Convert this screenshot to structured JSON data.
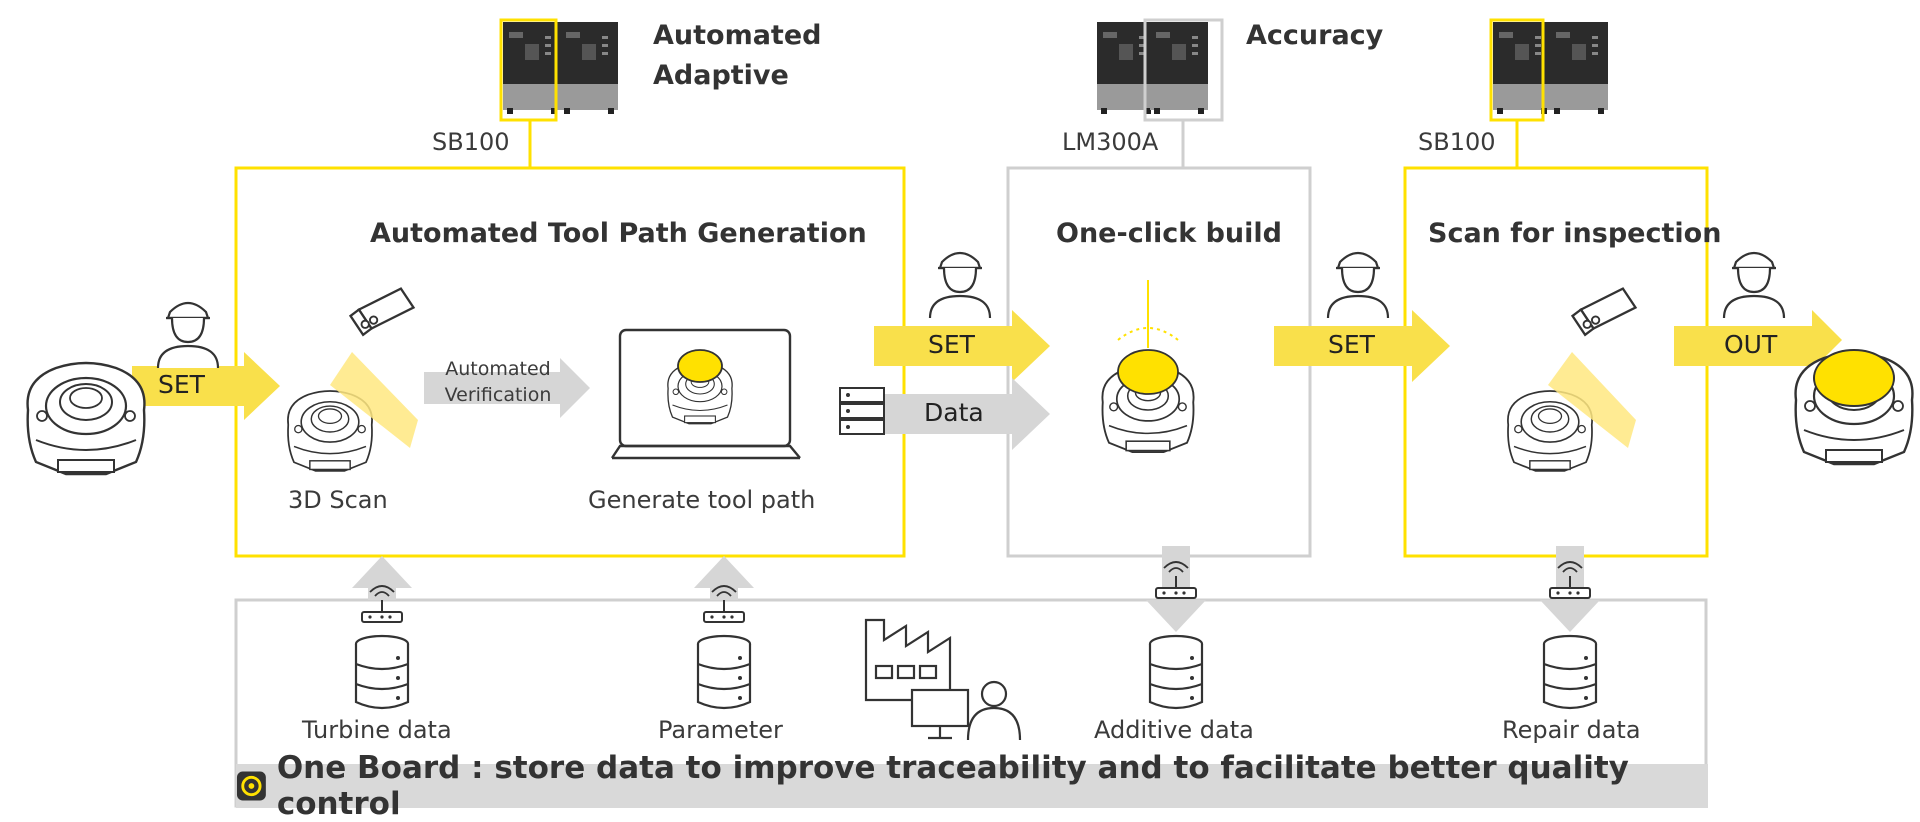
{
  "machines": {
    "sb100_left": "SB100",
    "lm300a": "LM300A",
    "sb100_right": "SB100"
  },
  "tags": {
    "automated": "Automated",
    "adaptive": "Adaptive",
    "accuracy": "Accuracy"
  },
  "stages": {
    "toolpath": "Automated Tool Path Generation",
    "build": "One-click build",
    "inspect": "Scan for inspection"
  },
  "steps": {
    "scan": "3D Scan",
    "verify_1": "Automated",
    "verify_2": "Verification",
    "generate": "Generate tool path"
  },
  "arrows": {
    "set1": "SET",
    "set2": "SET",
    "set3": "SET",
    "out": "OUT",
    "data": "Data"
  },
  "board": {
    "turbine": "Turbine data",
    "parameter": "Parameter",
    "additive": "Additive data",
    "repair": "Repair data",
    "footer": "One Board : store data to improve traceability and to facilitate better quality control"
  },
  "colors": {
    "yellow": "#FFE100",
    "arrow_yellow": "#F9E04B",
    "gray_box": "#CFCFCF",
    "arrow_gray": "#D6D6D6",
    "footer_bg": "#D9D9D9"
  }
}
